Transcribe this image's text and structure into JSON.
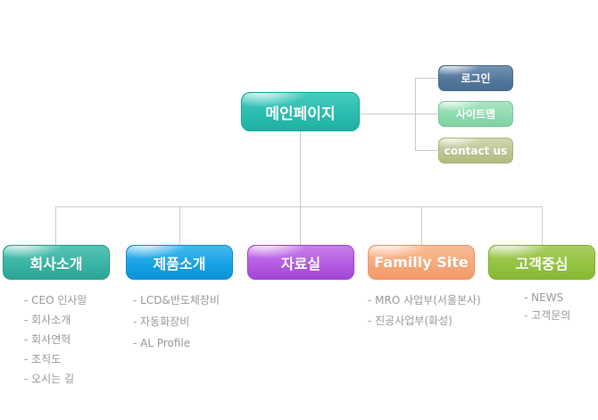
{
  "diagram": {
    "main_node": {
      "label": "메인페이지",
      "color": "#2bbdb0"
    },
    "utility_nodes": [
      {
        "label": "로그인",
        "color": "#54789d"
      },
      {
        "label": "사이트맵",
        "color": "#8fdcb1"
      },
      {
        "label": "contact us",
        "color": "#bdc795"
      }
    ],
    "categories": [
      {
        "label": "회사소개",
        "color": "#3ab4a4",
        "items": [
          "- CEO 인사말",
          "- 회사소개",
          "- 회사연혁",
          "- 조직도",
          "- 오시는 길"
        ]
      },
      {
        "label": "제품소개",
        "color": "#17a3e7",
        "items": [
          "- LCD&반도체장비",
          "- 자동화장비",
          "- AL Profile"
        ]
      },
      {
        "label": "자료실",
        "color": "#b45ce2",
        "items": []
      },
      {
        "label": "Familly Site",
        "color": "#f7a87a",
        "items": [
          "- MRO 사업부(서울본사)",
          "- 진공사업부(화성)"
        ]
      },
      {
        "label": "고객중심",
        "color": "#95c342",
        "items": [
          "- NEWS",
          "- 고객문의"
        ]
      }
    ],
    "connector_color": "#c9c9c9",
    "item_text_color": "#979797",
    "background_color": "#ffffff"
  }
}
